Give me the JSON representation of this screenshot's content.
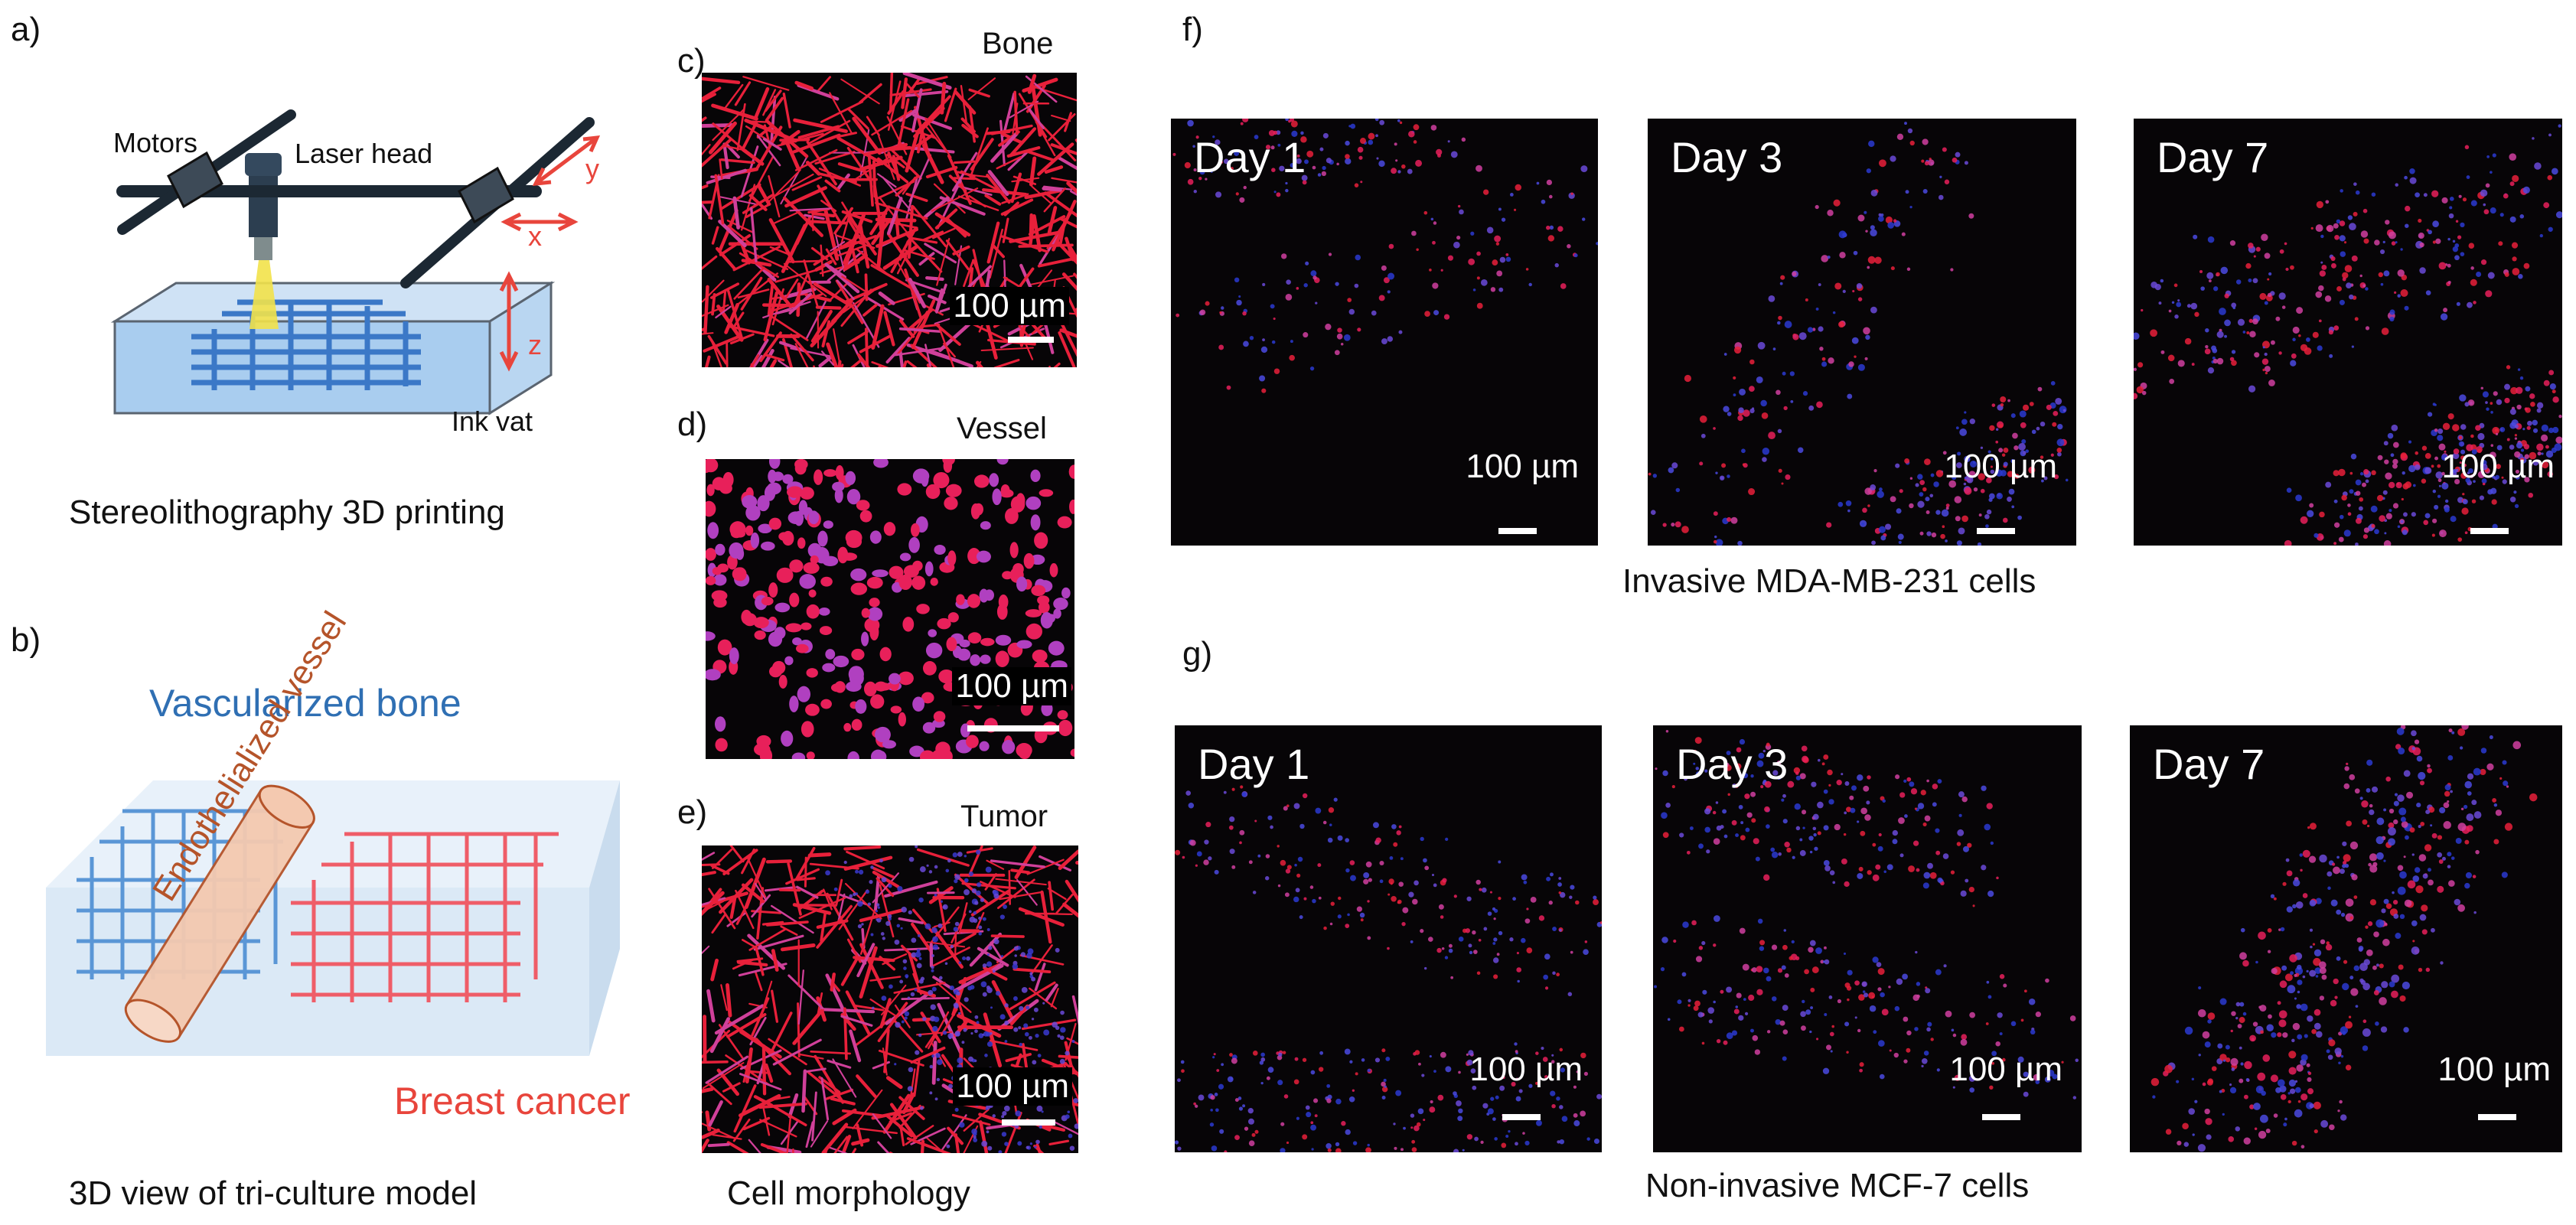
{
  "panel_a": {
    "label": "a)",
    "motors": "Motors",
    "laser_head": "Laser head",
    "axis_x": "x",
    "axis_y": "y",
    "axis_z": "z",
    "ink_vat": "Ink vat",
    "caption": "Stereolithography 3D printing"
  },
  "panel_b": {
    "label": "b)",
    "vascularized_bone": "Vascularized bone",
    "endothelialized_vessel": "Endothelialized vessel",
    "breast_cancer": "Breast cancer",
    "caption": "3D view of tri-culture model",
    "colors": {
      "bone": "#2f6fb3",
      "cancer": "#e8453c",
      "vessel": "#b5542a"
    }
  },
  "panel_c": {
    "label": "c)",
    "tissue": "Bone",
    "scale": "100 µm"
  },
  "panel_d": {
    "label": "d)",
    "tissue": "Vessel",
    "scale": "100 µm"
  },
  "panel_e": {
    "label": "e)",
    "tissue": "Tumor",
    "scale": "100 µm"
  },
  "cell_morphology_caption": "Cell morphology",
  "panel_f": {
    "label": "f)",
    "images": [
      {
        "day": "Day 1",
        "scale": "100 µm"
      },
      {
        "day": "Day 3",
        "scale": "100 µm"
      },
      {
        "day": "Day 7",
        "scale": "100 µm"
      }
    ],
    "caption": "Invasive MDA-MB-231 cells"
  },
  "panel_g": {
    "label": "g)",
    "images": [
      {
        "day": "Day 1",
        "scale": "100 µm"
      },
      {
        "day": "Day 3",
        "scale": "100 µm"
      },
      {
        "day": "Day 7",
        "scale": "100 µm"
      }
    ],
    "caption": "Non-invasive MCF-7 cells"
  }
}
